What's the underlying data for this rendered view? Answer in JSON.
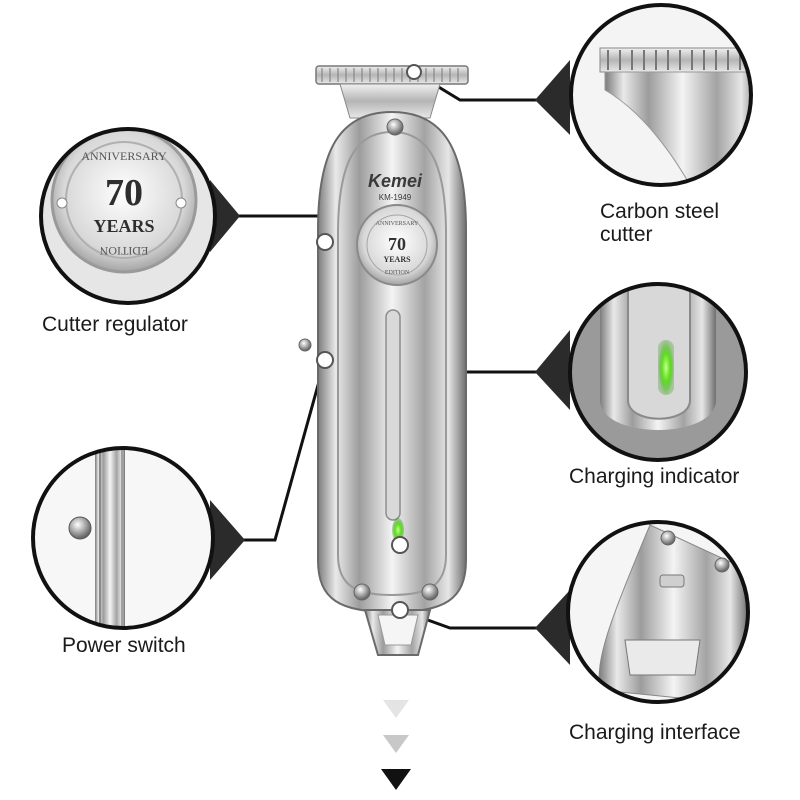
{
  "product": {
    "brand": "Kemei",
    "model": "KM-1949",
    "badge_top": "ANNIVERSARY",
    "badge_number": "70",
    "badge_years": "YEARS",
    "badge_bottom": "EDITION"
  },
  "callouts": {
    "cutter_regulator": "Cutter regulator",
    "carbon_steel_line1": "Carbon steel",
    "carbon_steel_line2": "cutter",
    "charging_indicator": "Charging indicator",
    "power_switch": "Power switch",
    "charging_interface": "Charging interface"
  },
  "colors": {
    "indicator_green": "#5ee01e",
    "leader_line": "#111111",
    "chrome_light": "#f2f2f2",
    "chrome_dark": "#8a8a8a"
  }
}
